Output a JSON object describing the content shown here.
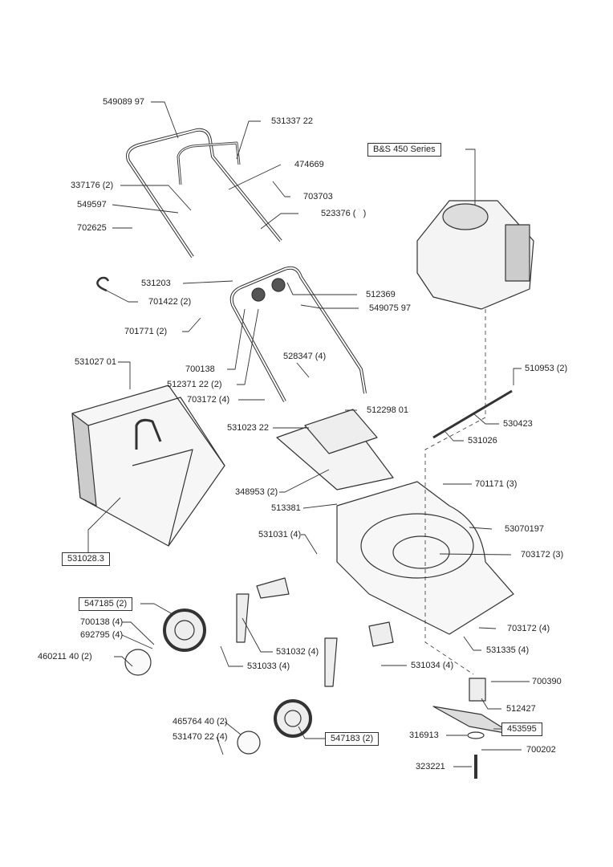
{
  "diagram": {
    "type": "exploded parts diagram",
    "line_color": "#333333",
    "fill_color": "#f4f4f4",
    "labels": [
      {
        "text": "549089 97"
      },
      {
        "text": "531337 22"
      },
      {
        "text": "B&S 450 Series",
        "boxed": true
      },
      {
        "text": "474669"
      },
      {
        "text": "337176 (2)"
      },
      {
        "text": "703703"
      },
      {
        "text": "549597"
      },
      {
        "text": "523376 (   )"
      },
      {
        "text": "702625"
      },
      {
        "text": "531203"
      },
      {
        "text": "512369"
      },
      {
        "text": "701422 (2)"
      },
      {
        "text": "549075 97"
      },
      {
        "text": "701771 (2)"
      },
      {
        "text": "528347 (4)"
      },
      {
        "text": "700138"
      },
      {
        "text": "510953 (2)"
      },
      {
        "text": "512371 22 (2)"
      },
      {
        "text": "531027 01"
      },
      {
        "text": "703172 (4)"
      },
      {
        "text": "512298 01"
      },
      {
        "text": "530423"
      },
      {
        "text": "531023 22"
      },
      {
        "text": "531026"
      },
      {
        "text": "701171 (3)"
      },
      {
        "text": "348953 (2)"
      },
      {
        "text": "513381"
      },
      {
        "text": "531031 (4)"
      },
      {
        "text": "53070197"
      },
      {
        "text": "531028.3",
        "boxed": true
      },
      {
        "text": "703172 (3)"
      },
      {
        "text": "547185 (2)",
        "boxed": true
      },
      {
        "text": "700138 (4)"
      },
      {
        "text": "703172 (4)"
      },
      {
        "text": "692795 (4)"
      },
      {
        "text": "531335 (4)"
      },
      {
        "text": "531032 (4)"
      },
      {
        "text": "460211 40 (2)"
      },
      {
        "text": "531033 (4)"
      },
      {
        "text": "531034 (4)"
      },
      {
        "text": "700390"
      },
      {
        "text": "512427"
      },
      {
        "text": "465764 40 (2)"
      },
      {
        "text": "453595",
        "boxed": true
      },
      {
        "text": "547183 (2)",
        "boxed": true
      },
      {
        "text": "531470 22 (4)"
      },
      {
        "text": "316913"
      },
      {
        "text": "700202"
      },
      {
        "text": "323221"
      }
    ]
  }
}
